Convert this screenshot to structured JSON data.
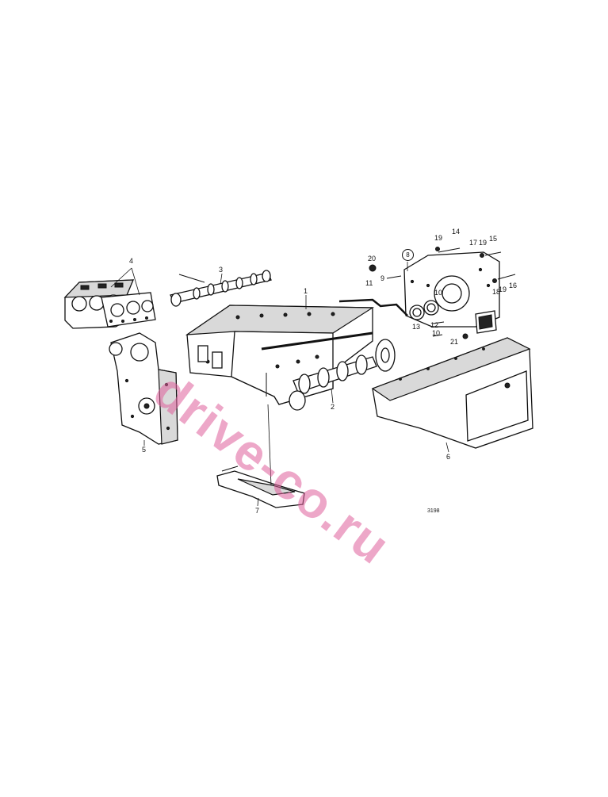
{
  "labels": {
    "l1": "1",
    "l2": "2",
    "l3": "3",
    "l4": "4",
    "l5": "5",
    "l6": "6",
    "l7": "7",
    "l8": "8",
    "l9": "9",
    "l10a": "10",
    "l10b": "10",
    "l11": "11",
    "l12": "12",
    "l13": "13",
    "l14": "14",
    "l15": "15",
    "l16": "16",
    "l17": "17",
    "l18": "18",
    "l19a": "19",
    "l19b": "19",
    "l19c": "19",
    "l20": "20",
    "l21": "21"
  },
  "drawing_code": "3198",
  "watermark": {
    "text": "drive-co.ru",
    "color": "#e0609c"
  }
}
